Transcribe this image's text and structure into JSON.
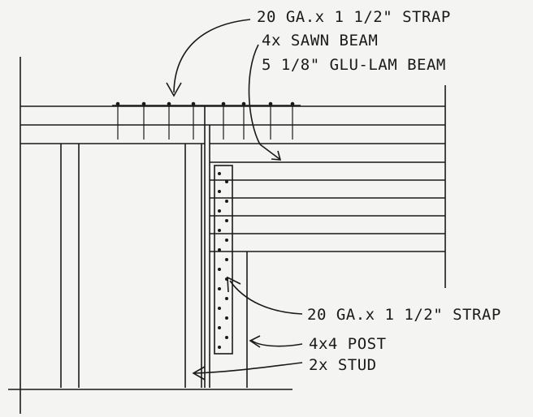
{
  "labels": {
    "top_strap": "20 GA.x 1 1/2\" STRAP",
    "sawn_beam": "4x SAWN BEAM",
    "glulam_beam": "5 1/8\" GLU-LAM BEAM",
    "side_strap": "20 GA.x 1 1/2\" STRAP",
    "post": "4x4 POST",
    "stud": "2x STUD"
  }
}
